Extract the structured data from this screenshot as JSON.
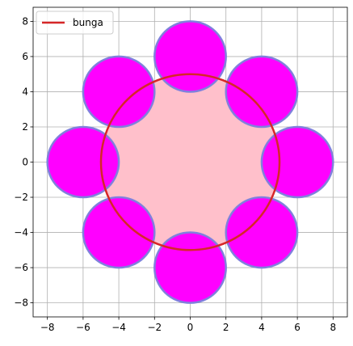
{
  "chart_data": {
    "type": "scatter",
    "xlim": [
      -8.8,
      8.8
    ],
    "ylim": [
      -8.8,
      8.8
    ],
    "xticks": [
      -8,
      -6,
      -4,
      -2,
      0,
      2,
      4,
      6,
      8
    ],
    "yticks": [
      -8,
      -6,
      -4,
      -2,
      0,
      2,
      4,
      6,
      8
    ],
    "grid": true,
    "aspect": "equal",
    "center_disc": {
      "cx": 0,
      "cy": 0,
      "r": 5,
      "fill": "#ffc0cb"
    },
    "petals": [
      {
        "cx": 0,
        "cy": 6,
        "r": 2
      },
      {
        "cx": 4,
        "cy": 4,
        "r": 2
      },
      {
        "cx": 6,
        "cy": 0,
        "r": 2
      },
      {
        "cx": 4,
        "cy": -4,
        "r": 2
      },
      {
        "cx": 0,
        "cy": -6,
        "r": 2
      },
      {
        "cx": -4,
        "cy": -4,
        "r": 2
      },
      {
        "cx": -6,
        "cy": 0,
        "r": 2
      },
      {
        "cx": -4,
        "cy": 4,
        "r": 2
      }
    ],
    "petal_fill": "#ff00ff",
    "petal_edge": "#8080dd",
    "series": [
      {
        "name": "bunga",
        "shape": "circle",
        "cx": 0,
        "cy": 0,
        "r": 5,
        "color": "#d62728"
      }
    ],
    "legend": {
      "placement": "upper-left",
      "entries": [
        "bunga"
      ]
    }
  }
}
